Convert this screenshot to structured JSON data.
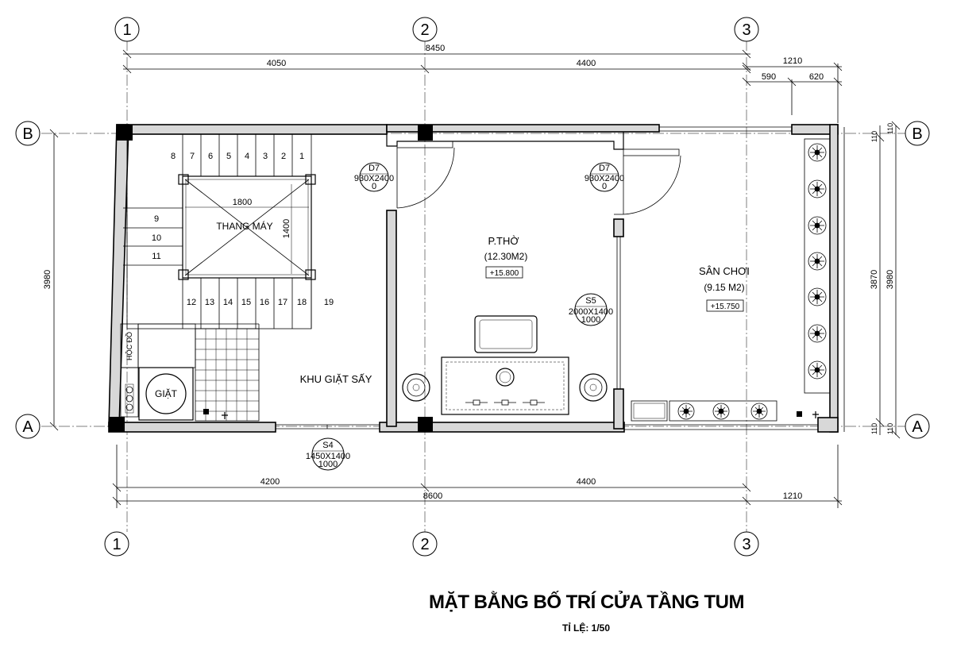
{
  "drawing": {
    "title": "MẶT BẰNG BỐ TRÍ CỬA TẦNG TUM",
    "scale": "TỈ LỆ: 1/50"
  },
  "grid_labels": {
    "col_1": "1",
    "col_2": "2",
    "col_3": "3",
    "row_a": "A",
    "row_b": "B"
  },
  "dimensions": {
    "top_total": "8450",
    "top_left": "4050",
    "top_right": "4400",
    "balcony_total": "1210",
    "balcony_left": "590",
    "balcony_right": "620",
    "bottom_left": "4200",
    "bottom_right": "4400",
    "bottom_total": "8600",
    "bottom_balcony": "1210",
    "left_height": "3980",
    "right_inner": "3870",
    "right_outer": "3980",
    "right_top_a": "110",
    "right_top_b": "110",
    "right_bottom_a": "110",
    "right_bottom_b": "110",
    "lift_width": "1800",
    "lift_depth": "1400"
  },
  "rooms": {
    "lift": "THANG MÁY",
    "laundry": "KHU GIẶT SẤY",
    "shelf": "HỘC ĐỒ",
    "washer": "GIẶT",
    "altar_name": "P.THỜ",
    "altar_area": "(12.30M2)",
    "altar_level": "+15.800",
    "yard_name": "SÂN CHƠI",
    "yard_area": "(9.15 M2)",
    "yard_level": "+15.750"
  },
  "stairs": {
    "top_steps": [
      "8",
      "7",
      "6",
      "5",
      "4",
      "3",
      "2",
      "1"
    ],
    "side_steps": [
      "9",
      "10",
      "11"
    ],
    "bottom_steps": [
      "12",
      "13",
      "14",
      "15",
      "16",
      "17",
      "18",
      "19"
    ]
  },
  "doors": {
    "d7_left": {
      "code": "D7",
      "size": "930X2400",
      "sill": "0"
    },
    "d7_right": {
      "code": "D7",
      "size": "930X2400",
      "sill": "0"
    },
    "s5": {
      "code": "S5",
      "size": "2000X1400",
      "sill": "1000"
    },
    "s4": {
      "code": "S4",
      "size": "1450X1400",
      "sill": "1000"
    }
  }
}
